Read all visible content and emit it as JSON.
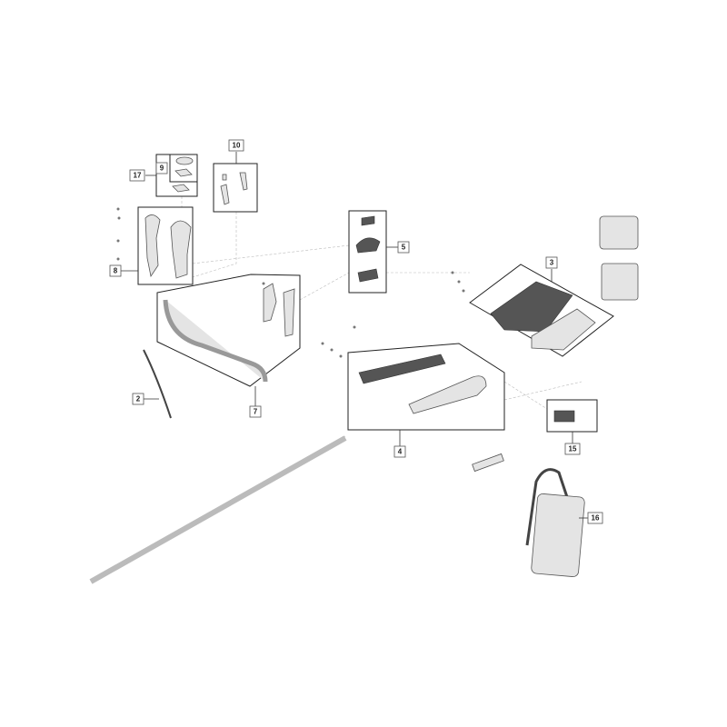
{
  "diagram": {
    "callouts": [
      {
        "id": "17",
        "label": "17"
      },
      {
        "id": "9",
        "label": "9"
      },
      {
        "id": "10",
        "label": "10"
      },
      {
        "id": "8",
        "label": "8"
      },
      {
        "id": "5",
        "label": "5"
      },
      {
        "id": "3",
        "label": "3"
      },
      {
        "id": "2",
        "label": "2"
      },
      {
        "id": "7",
        "label": "7"
      },
      {
        "id": "4",
        "label": "4"
      },
      {
        "id": "15",
        "label": "15"
      },
      {
        "id": "16",
        "label": "16"
      }
    ]
  }
}
